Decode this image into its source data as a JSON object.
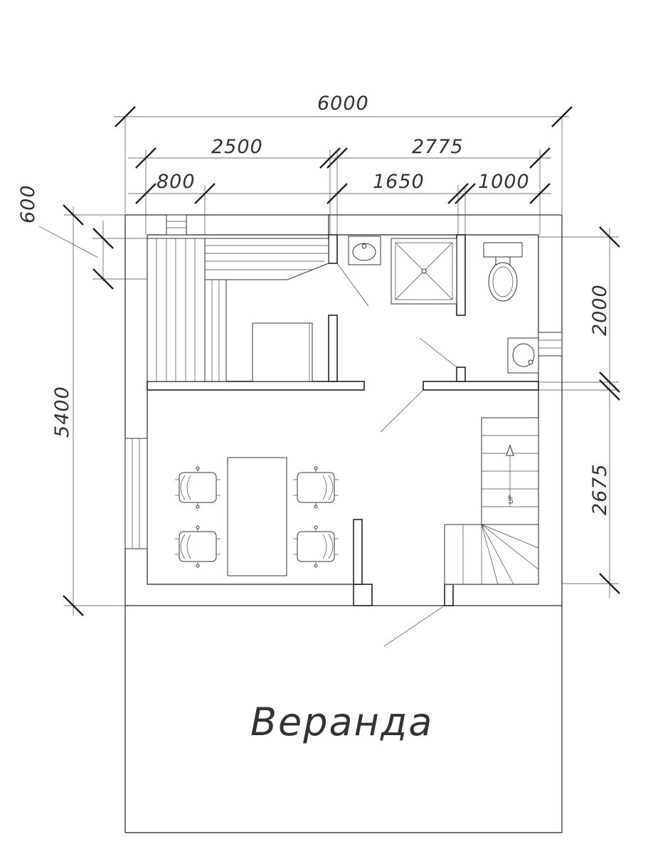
{
  "dimensions": {
    "total_width": "6000",
    "left_section": "2500",
    "right_section": "2775",
    "sauna_bench": "800",
    "shower_zone": "1650",
    "wc_zone": "1000",
    "bench_depth": "600",
    "total_depth": "5400",
    "bath_depth": "2000",
    "hall_depth": "2675"
  },
  "labels": {
    "veranda": "Веранда",
    "stairs_up": "UP"
  },
  "icons": {
    "stairs_arrow": "arrow-up-icon",
    "toilet": "toilet-icon",
    "washbasin": "washbasin-icon",
    "shower": "shower-tray-icon",
    "chair": "chair-icon"
  }
}
